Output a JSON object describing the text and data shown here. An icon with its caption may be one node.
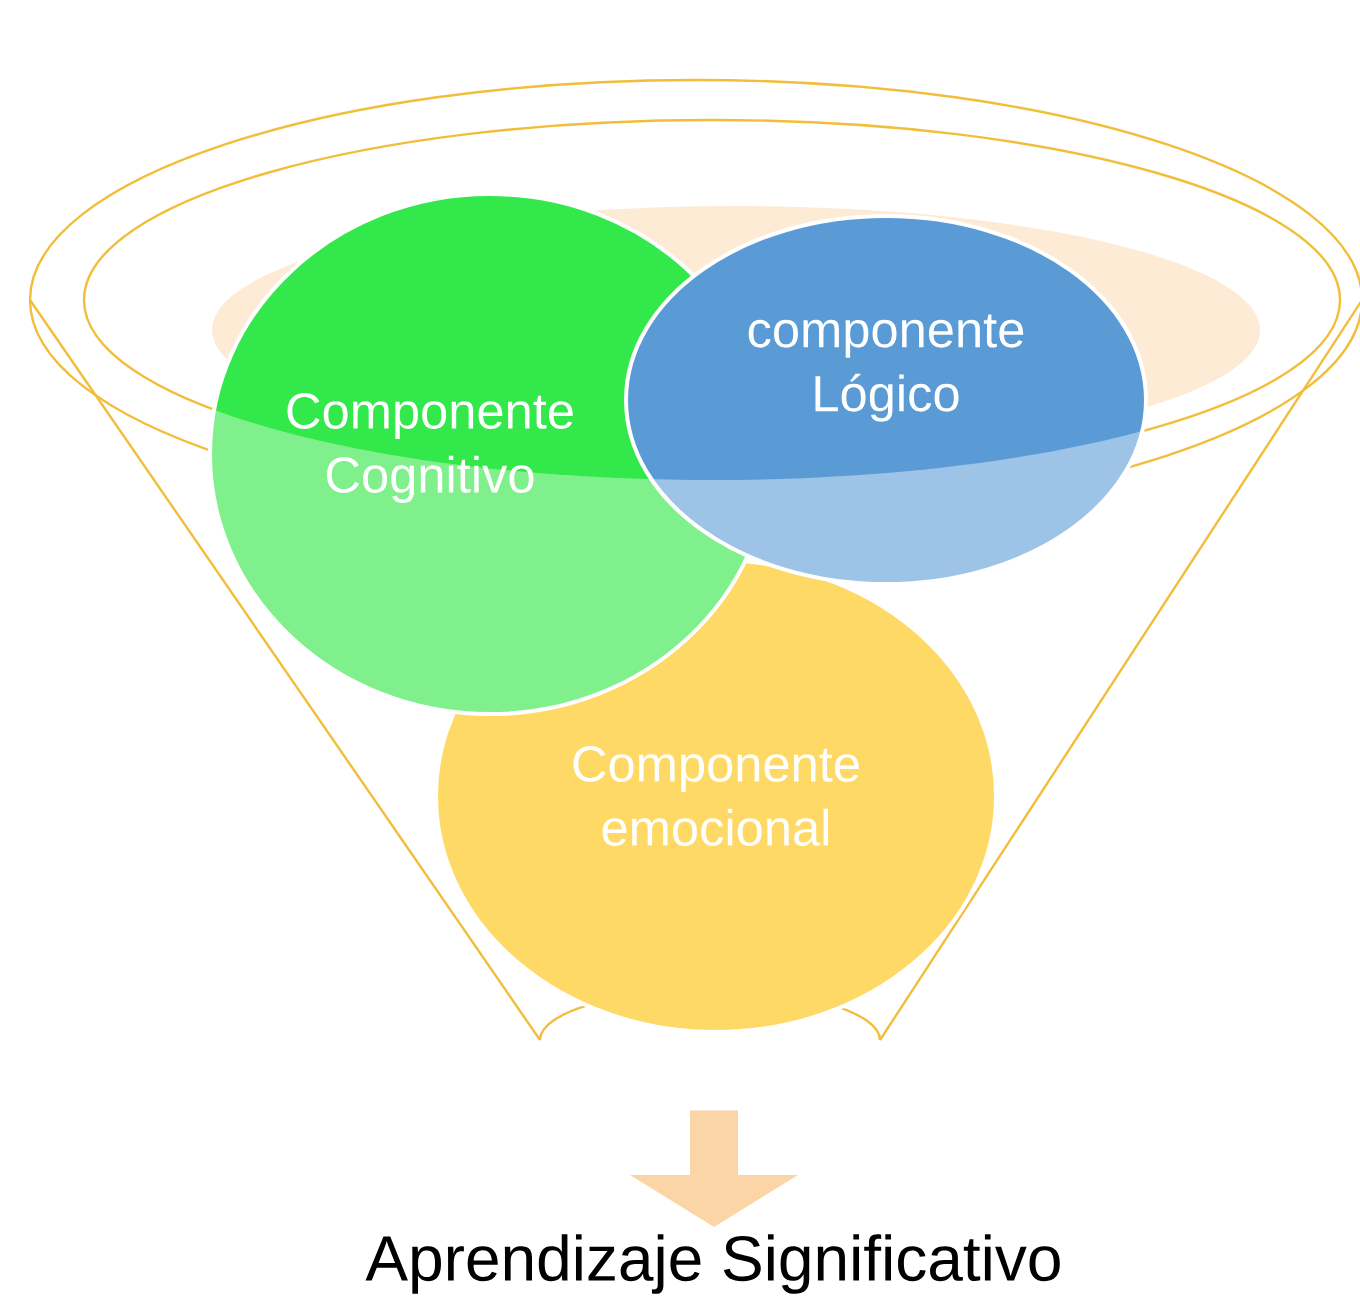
{
  "diagram": {
    "nodes": [
      {
        "text": [],
        "shape": "funnel"
      },
      {
        "text": [
          "Componente Cognitivo"
        ],
        "in": 0
      },
      {
        "text": [
          "componente Lógico"
        ],
        "in": 0
      },
      {
        "text": [
          "Componente emocional"
        ],
        "in": 0
      },
      {
        "text": [
          "Aprendizaje Significativo"
        ]
      }
    ],
    "edges": [
      {
        "from": 0,
        "to": 4,
        "arrow": "to",
        "style": "thick"
      }
    ]
  }
}
